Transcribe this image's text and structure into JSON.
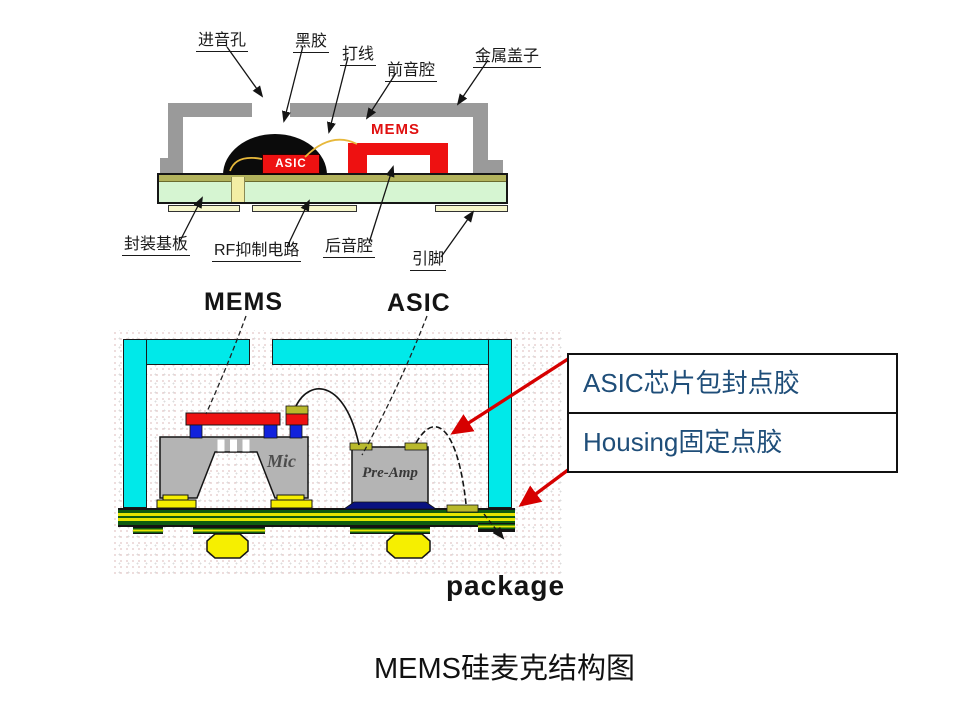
{
  "caption": "MEMS硅麦克结构图",
  "top_diagram": {
    "labels_top": [
      "进音孔",
      "黑胶",
      "打线",
      "前音腔",
      "金属盖子"
    ],
    "labels_bottom": [
      "封装基板",
      "RF抑制电路",
      "后音腔",
      "引脚"
    ],
    "asic_chip_label": "ASIC",
    "mems_label": "MEMS"
  },
  "bottom_diagram": {
    "mems_header": "MEMS",
    "asic_header": "ASIC",
    "mic_label": "Mic",
    "preamp_label": "Pre-Amp",
    "package_label": "package",
    "callouts": [
      {
        "text": "ASIC芯片包封点胶"
      },
      {
        "text": "Housing固定点胶"
      }
    ]
  },
  "colors": {
    "housing_cyan": "#00e9e9",
    "cover_gray": "#9a9a9a",
    "chip_red": "#ee1111",
    "substrate_green": "#d6f5d2",
    "pcb_green": "#0f5c10",
    "solder_yellow": "#f6ef00",
    "callout_text_blue": "#1f4e79",
    "arrow_red": "#d60000"
  }
}
